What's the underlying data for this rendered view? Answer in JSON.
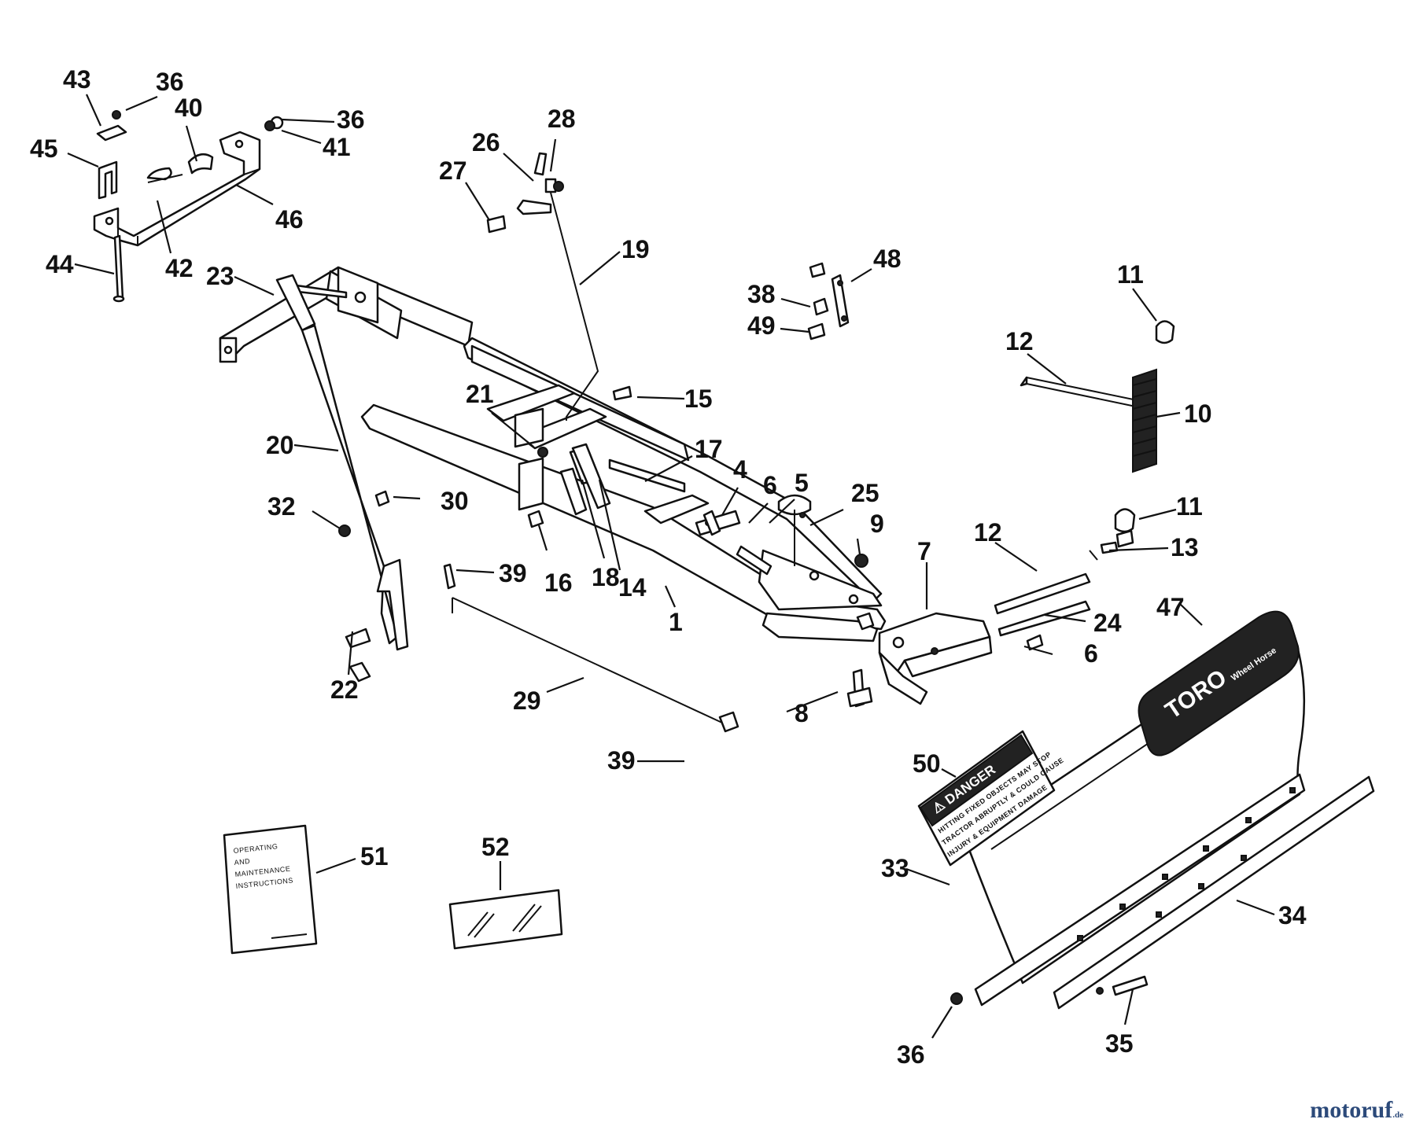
{
  "callouts": [
    "1",
    "4",
    "5",
    "6",
    "6",
    "7",
    "8",
    "9",
    "10",
    "11",
    "11",
    "12",
    "12",
    "13",
    "14",
    "15",
    "16",
    "17",
    "18",
    "19",
    "20",
    "21",
    "22",
    "23",
    "24",
    "25",
    "26",
    "27",
    "28",
    "29",
    "30",
    "32",
    "33",
    "34",
    "35",
    "36",
    "36",
    "36",
    "38",
    "39",
    "39",
    "40",
    "41",
    "42",
    "43",
    "44",
    "45",
    "46",
    "47",
    "48",
    "49",
    "50",
    "51",
    "52"
  ],
  "manual": {
    "line1": "OPERATING",
    "line2": "AND",
    "line3": "MAINTENANCE",
    "line4": "INSTRUCTIONS"
  },
  "decal_47": {
    "brand": "TORO",
    "sub": "Wheel Horse"
  },
  "decal_50": {
    "heading": "⚠ DANGER",
    "line1": "HITTING FIXED OBJECTS MAY STOP",
    "line2": "TRACTOR ABRUPTLY & COULD CAUSE",
    "line3": "INJURY & EQUIPMENT DAMAGE"
  },
  "watermark": {
    "name": "motoruf",
    "suffix": ".de"
  }
}
